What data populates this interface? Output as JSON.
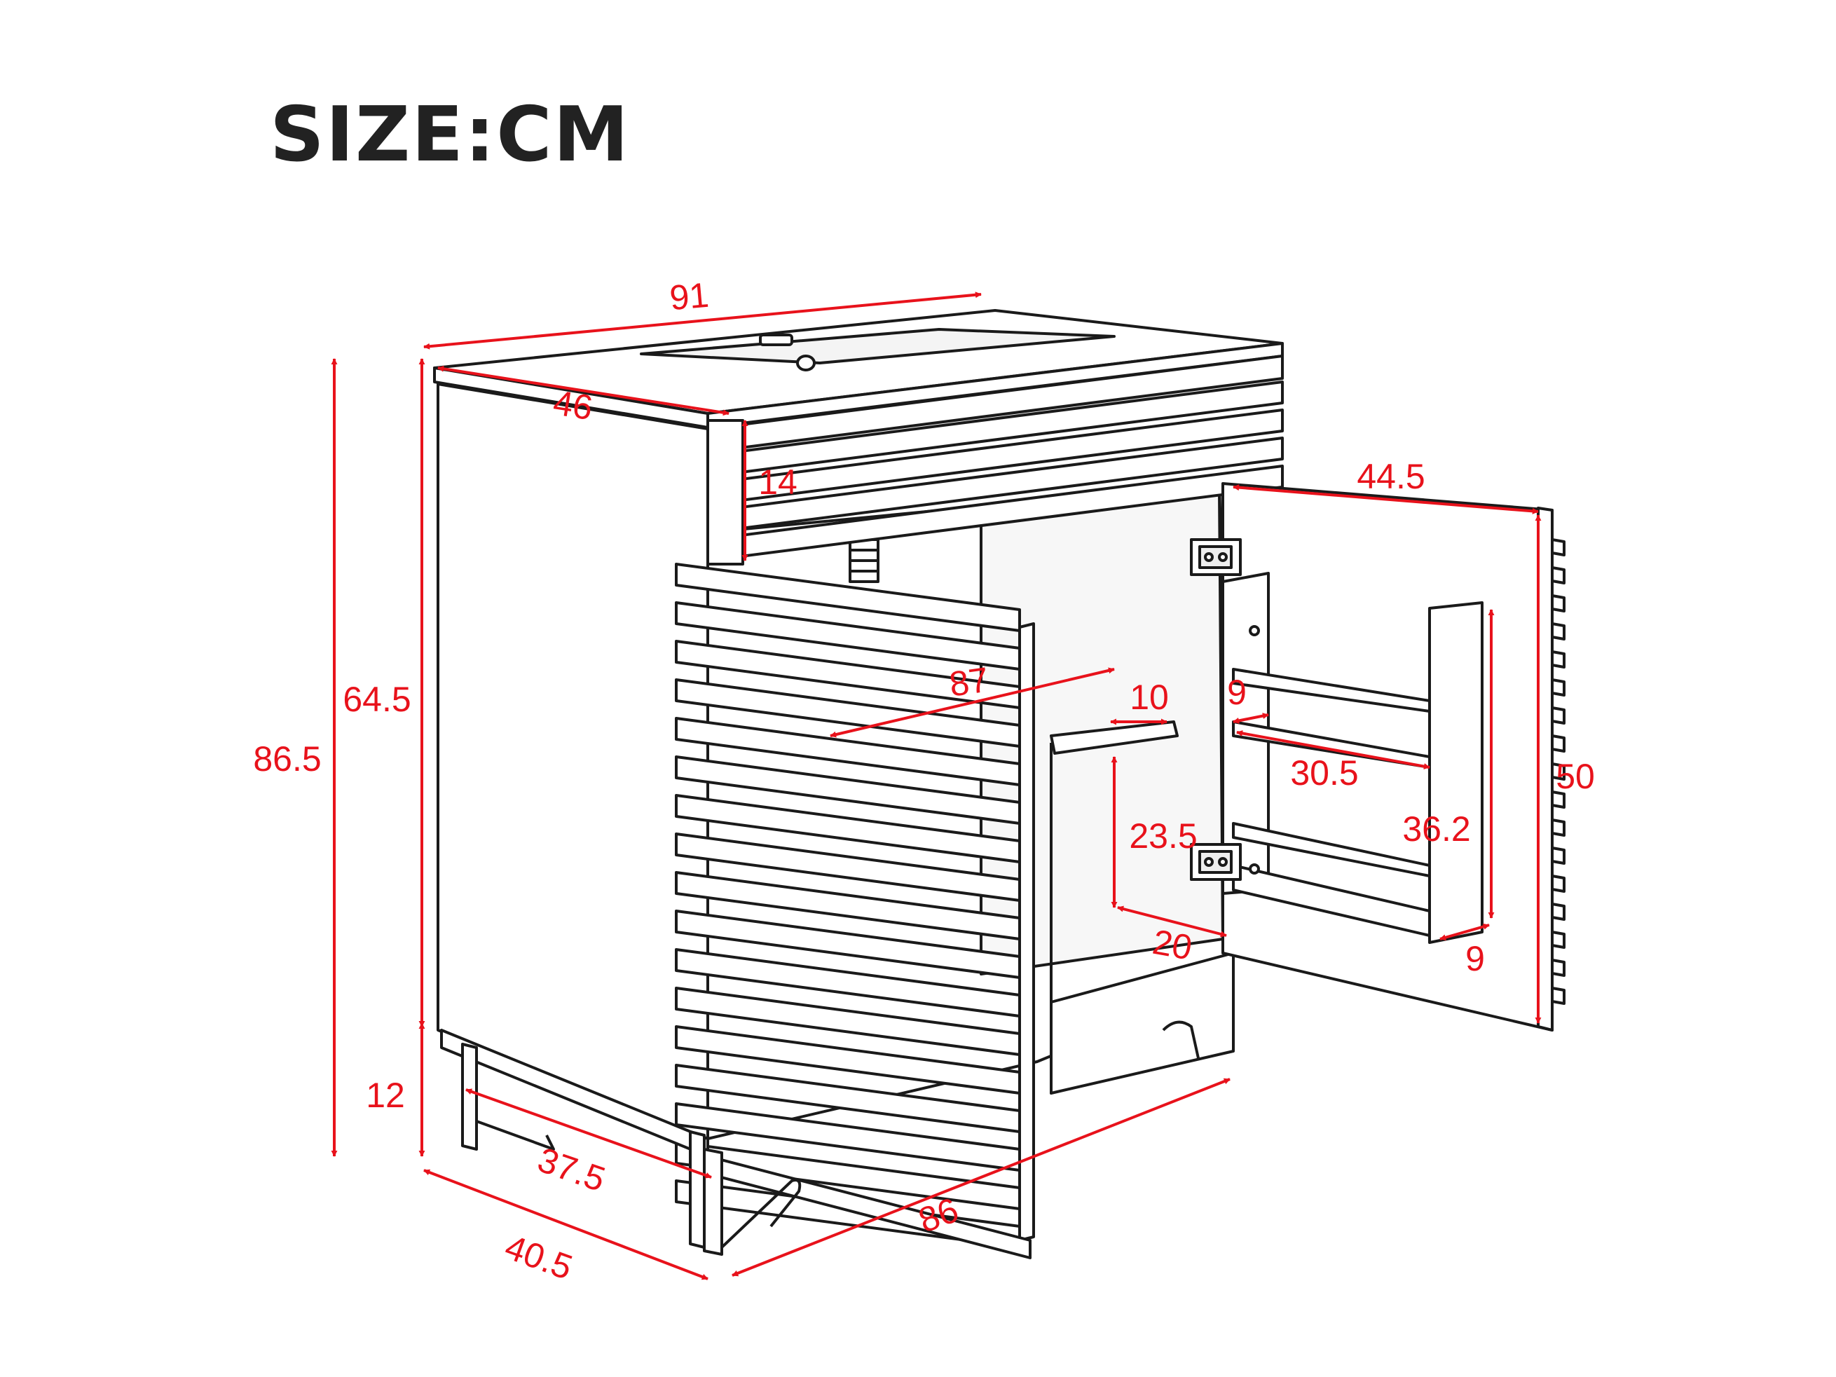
{
  "title": "SIZE:CM",
  "colors": {
    "dimension": "#e8121b",
    "line": "#1a1a1a",
    "background": "#ffffff"
  },
  "dimensions": {
    "top_width": "91",
    "top_depth": "46",
    "drawer_height": "14",
    "body_height": "64.5",
    "total_height": "86.5",
    "leg_height": "12",
    "base_inner_depth": "37.5",
    "base_depth": "40.5",
    "base_width": "86",
    "inner_width": "87",
    "shelf_depth": "10",
    "shelf_height": "23.5",
    "bottom_depth": "20",
    "door_width": "44.5",
    "door_height": "50",
    "rack_depth_top": "9",
    "rack_width": "30.5",
    "rack_height": "36.2",
    "rack_depth_bottom": "9"
  }
}
